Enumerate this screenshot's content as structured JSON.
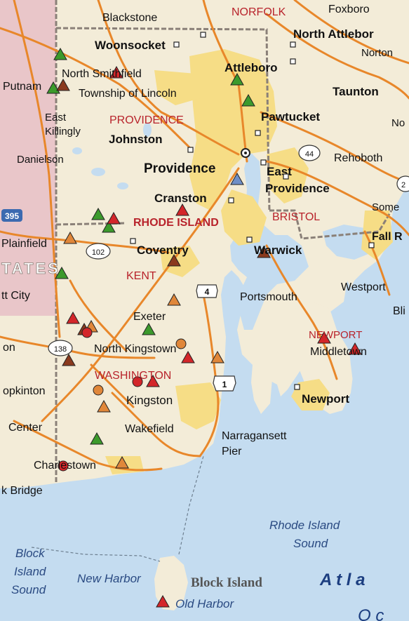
{
  "map": {
    "colors": {
      "ocean": "#c4dcf0",
      "land": "#f3ecd8",
      "connecticut": "#e9c6c9",
      "urban": "#f6dd86",
      "state_border": "#8a8078",
      "road": "#e8872a",
      "state_label": "#b8232b",
      "marker_green": "#3c9a2c",
      "marker_orange": "#e0873a",
      "marker_red": "#d3262a",
      "marker_dark": "#8a3a1e",
      "marker_blue": "#6f8fc7"
    },
    "labels": {
      "blackstone": "Blackstone",
      "norfolk": "NORFOLK",
      "foxboro": "Foxboro",
      "woonsocket": "Woonsocket",
      "north_attleboro": "North Attlebor",
      "norton": "Norton",
      "north_smithfield": "North Smithfield",
      "attleboro": "Attleboro",
      "putnam": "Putnam",
      "township_lincoln": "Township of Lincoln",
      "taunton": "Taunton",
      "east_killingly": "East\nKillingly",
      "providence_county": "PROVIDENCE",
      "pawtucket": "Pawtucket",
      "no": "No",
      "johnston": "Johnston",
      "danielson": "Danielson",
      "rehoboth": "Rehoboth",
      "providence": "Providence",
      "east_providence": "East\nProvidence",
      "cranston": "Cranston",
      "somerset": "Some",
      "rhode_island": "RHODE ISLAND",
      "bristol": "BRISTOL",
      "fall_river": "Fall R",
      "plainfield": "Plainfield",
      "coventry": "Coventry",
      "warwick": "Warwick",
      "tates": "TATES",
      "kent": "KENT",
      "jewett_city": "tt City",
      "portsmouth": "Portsmouth",
      "westport": "Westport",
      "bli": "Bli",
      "exeter": "Exeter",
      "newport_county": "NEWPORT",
      "middletown": "Middletown",
      "on": "on",
      "north_kingstown": "North Kingstown",
      "washington": "WASHINGTON",
      "hopkinton": "opkinton",
      "kingston": "Kingston",
      "newport": "Newport",
      "center": "Center",
      "wakefield": "Wakefield",
      "narragansett": "Narragansett\nPier",
      "charlestown": "Charlestown",
      "block_bridge": "k Bridge",
      "ri_sound": "Rhode Island\nSound",
      "block_island_sound": "Block\nIsland\nSound",
      "new_harbor": "New Harbor",
      "block_island": "Block Island",
      "atlantic": "A  t  l  a",
      "ocean_o": "O  c",
      "old_harbor": "Old Harbor"
    },
    "shields": {
      "i395": "395",
      "r102": "102",
      "r44": "44",
      "r4": "4",
      "r138": "138",
      "r1": "1",
      "r2": "2"
    },
    "markers_summary": {
      "green_triangles": 9,
      "orange_triangles": 7,
      "red_triangles": 10,
      "dark_triangles": 4,
      "blue_triangles": 1,
      "orange_circles": 2,
      "red_circles": 3
    }
  }
}
